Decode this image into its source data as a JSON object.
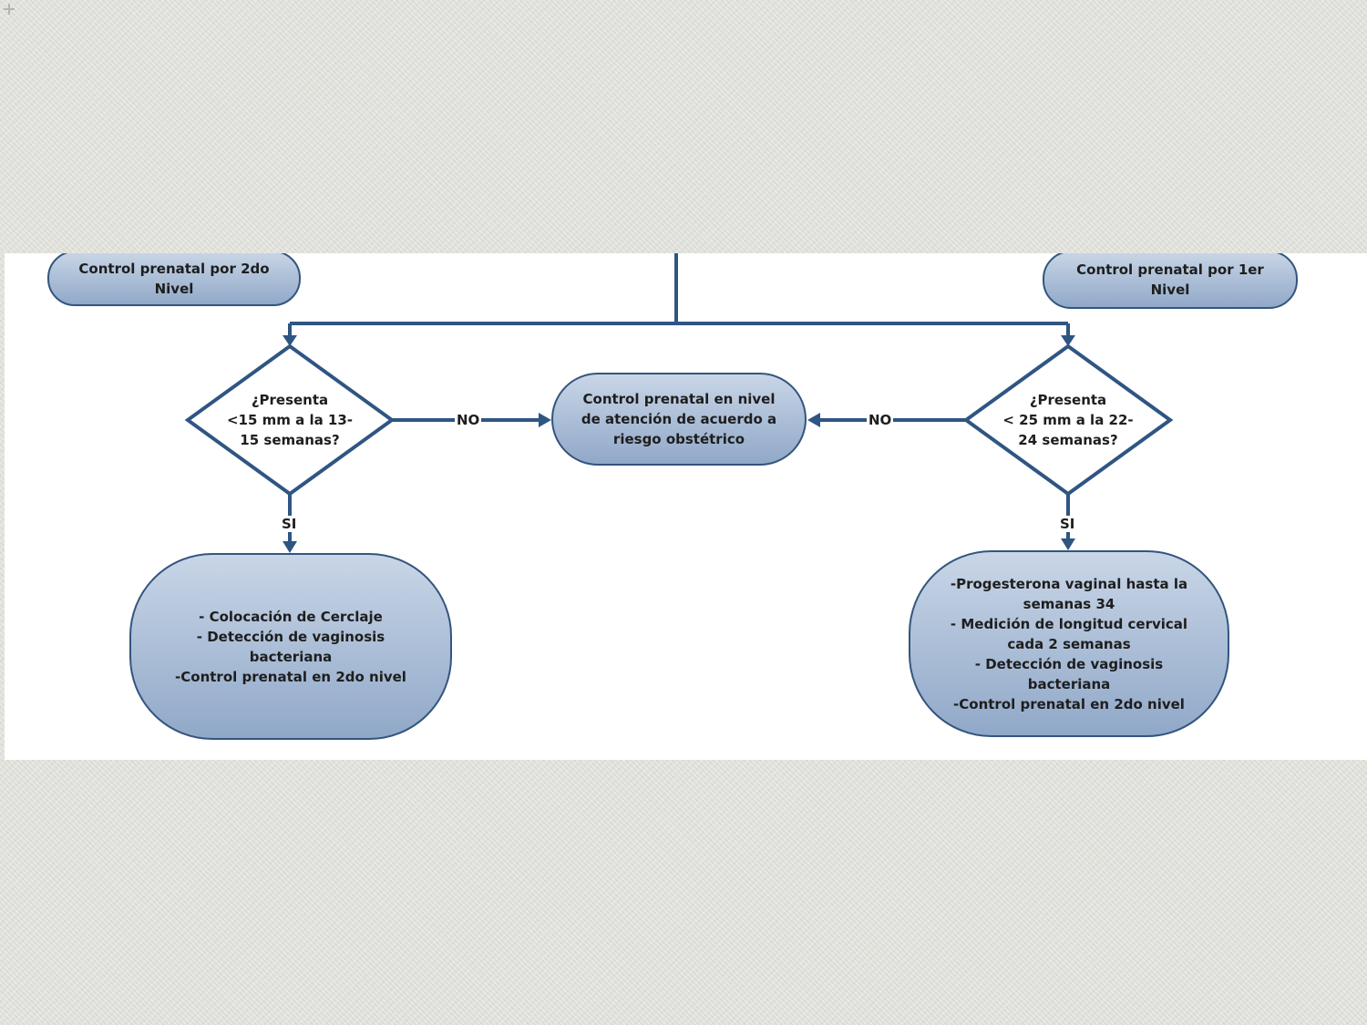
{
  "diagram": {
    "nodes": {
      "start_left": "Control prenatal por 2do\nNivel",
      "start_right": "Control prenatal por 1er\nNivel",
      "decision_left": "¿Presenta\n<15 mm  a la 13-\n15 semanas?",
      "decision_right": "¿Presenta\n< 25 mm  a la 22-\n24 semanas?",
      "center": "Control prenatal en nivel\nde atención de acuerdo a\nriesgo obstétrico",
      "result_left": "- Colocación de Cerclaje\n- Detección de vaginosis\nbacteriana\n-Control prenatal en 2do nivel",
      "result_right": "-Progesterona vaginal hasta la\nsemanas 34\n- Medición de longitud cervical\ncada 2 semanas\n- Detección de vaginosis\nbacteriana\n-Control prenatal en 2do nivel"
    },
    "labels": {
      "no_left": "NO",
      "no_right": "NO",
      "si_left": "SI",
      "si_right": "SI"
    },
    "colors": {
      "line": "#2f5583",
      "node_fill_top": "#c9d6e7",
      "node_fill_bottom": "#90a8c8",
      "node_border": "#33557e",
      "diamond_fill": "#ffffff",
      "background": "#e6e6e0",
      "panel": "#ffffff"
    }
  }
}
